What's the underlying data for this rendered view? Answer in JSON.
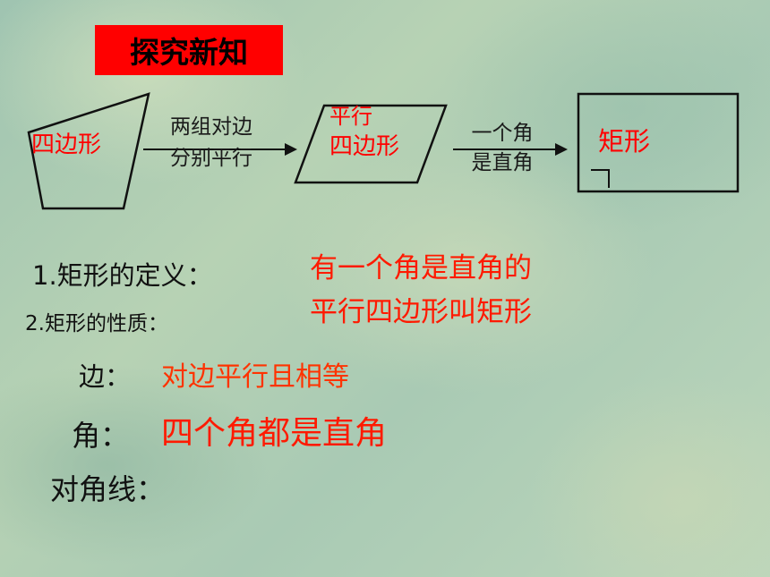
{
  "title": "探究新知",
  "diagram": {
    "quadrilateral": "四边形",
    "arrow1": {
      "line1": "两组对边",
      "line2": "分别平行"
    },
    "parallelogram": {
      "line1": "平行",
      "line2": "四边形"
    },
    "arrow2": {
      "line1": "一个角",
      "line2": "是直角"
    },
    "rectangle": "矩形"
  },
  "definition": {
    "label": "1.矩形的定义：",
    "text_line1": "有一个角是直角的",
    "text_line2": "平行四边形叫矩形"
  },
  "properties": {
    "label": "2.矩形的性质：",
    "sides_label": "边：",
    "sides_text": "对边平行且相等",
    "angles_label": "角：",
    "angles_text": "四个角都是直角",
    "diagonals_label": "对角线："
  }
}
